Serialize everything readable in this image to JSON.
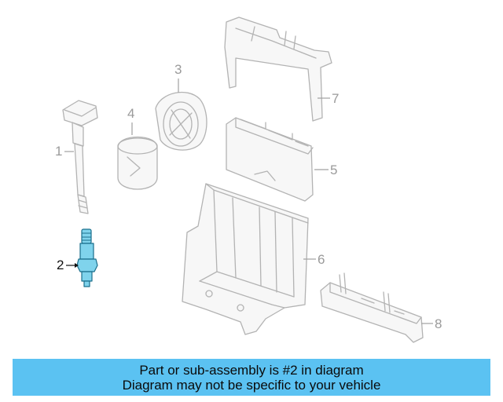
{
  "diagram": {
    "callouts": [
      "1",
      "2",
      "3",
      "4",
      "5",
      "6",
      "7",
      "8"
    ],
    "highlighted_part": "2",
    "highlight_color": "#7fd3ec",
    "banner_color": "#5bc2f2"
  },
  "banner": {
    "line1": "Part or sub-assembly is #2 in diagram",
    "line2": "Diagram may not be specific to your vehicle"
  }
}
